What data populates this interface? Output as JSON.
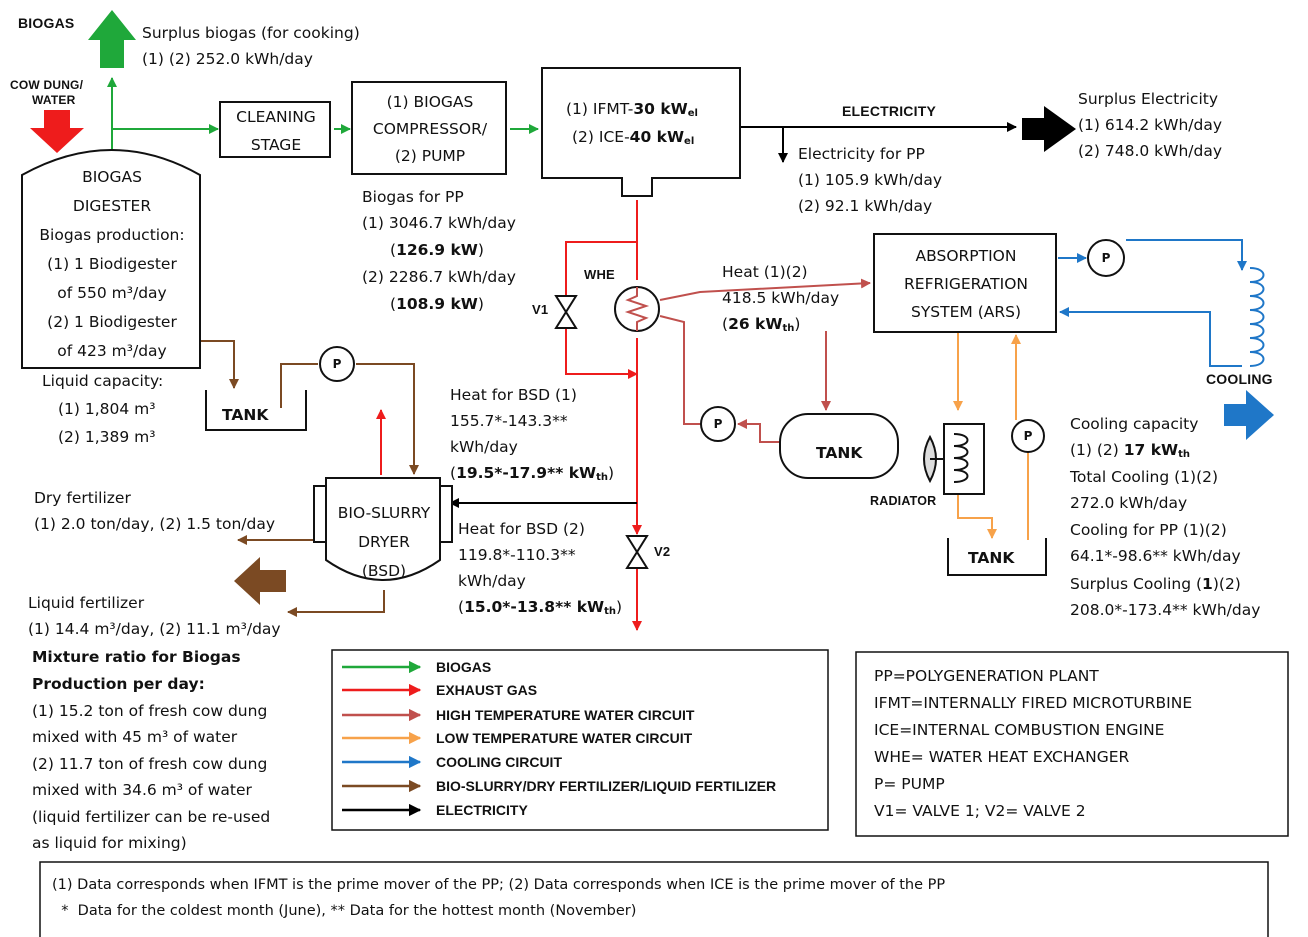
{
  "labels": {
    "biogas_top": "BIOGAS",
    "surplus_biogas": "Surplus biogas (for cooking)",
    "surplus_biogas_value": "(1) (2) 252.0 kWh/day",
    "cow_dung_1": "COW DUNG/",
    "cow_dung_2": "WATER",
    "cleaning_1": "CLEANING",
    "cleaning_2": "STAGE",
    "compressor_1": "(1) BIOGAS",
    "compressor_2": "COMPRESSOR/",
    "compressor_3": "(2) PUMP",
    "ifmt_prefix": "(1) IFMT-",
    "ifmt_power": "30 kW",
    "ice_prefix": "(2) ICE-",
    "ice_power": "40 kW",
    "el_sub": "el",
    "electricity": "ELECTRICITY",
    "surplus_electricity": "Surplus Electricity",
    "surplus_electricity_1": "(1) 614.2 kWh/day",
    "surplus_electricity_2": "(2) 748.0 kWh/day",
    "electricity_pp": "Electricity for PP",
    "electricity_pp_1": "(1) 105.9 kWh/day",
    "electricity_pp_2": "(2) 92.1 kWh/day",
    "digester_1": "BIOGAS",
    "digester_2": "DIGESTER",
    "digester_3": "Biogas production:",
    "digester_4": "(1) 1 Biodigester",
    "digester_5": "of 550 m³/day",
    "digester_6": "(2) 1 Biodigester",
    "digester_7": "of 423 m³/day",
    "liquid_capacity": "Liquid capacity:",
    "liquid_capacity_1": "(1) 1,804 m³",
    "liquid_capacity_2": "(2) 1,389 m³",
    "biogas_pp": "Biogas for PP",
    "biogas_pp_1": "(1) 3046.7 kWh/day",
    "biogas_pp_1_kw": "126.9 kW",
    "biogas_pp_2": "(2) 2286.7 kWh/day",
    "biogas_pp_2_kw": "108.9 kW",
    "whe": "WHE",
    "v1": "V1",
    "v2": "V2",
    "heat_ars": "Heat (1)(2)",
    "heat_ars_value": "418.5 kWh/day",
    "heat_ars_kw": "26 kW",
    "th_sub": "th",
    "ars_1": "ABSORPTION",
    "ars_2": "REFRIGERATION",
    "ars_3": "SYSTEM (ARS)",
    "cooling": "COOLING",
    "tank": "TANK",
    "p": "P",
    "heat_bsd1": "Heat for BSD (1)",
    "heat_bsd1_value": "155.7*-143.3**",
    "heat_bsd1_unit": "kWh/day",
    "heat_bsd1_kw": "19.5*-17.9** kW",
    "heat_bsd2": "Heat for BSD (2)",
    "heat_bsd2_value": "119.8*-110.3**",
    "heat_bsd2_unit": "kWh/day",
    "heat_bsd2_kw": "15.0*-13.8** kW",
    "radiator": "RADIATOR",
    "cooling_capacity": "Cooling capacity",
    "cooling_capacity_prefix": "(1) (2) ",
    "cooling_capacity_value": "17 kW",
    "total_cooling": "Total Cooling (1)(2)",
    "total_cooling_value": "272.0 kWh/day",
    "cooling_pp": "Cooling for PP (1)(2)",
    "cooling_pp_value": "64.1*-98.6** kWh/day",
    "surplus_cooling_prefix": "Surplus Cooling (",
    "surplus_cooling_bold": "1",
    "surplus_cooling_suffix": ")(2)",
    "surplus_cooling_value": "208.0*-173.4** kWh/day",
    "dry_fertilizer": "Dry fertilizer",
    "dry_fertilizer_value": "(1) 2.0 ton/day, (2) 1.5 ton/day",
    "bsd_1": "BIO-SLURRY",
    "bsd_2": "DRYER",
    "bsd_3": "(BSD)",
    "liquid_fertilizer": "Liquid fertilizer",
    "liquid_fertilizer_value": "(1) 14.4 m³/day, (2) 11.1 m³/day",
    "mixture_1": "Mixture ratio for Biogas",
    "mixture_2": "Production per day:",
    "mixture_3": "(1) 15.2 ton of fresh cow dung",
    "mixture_4": "mixed with 45 m³ of water",
    "mixture_5": "(2) 11.7 ton of fresh cow dung",
    "mixture_6": "mixed with 34.6 m³ of water",
    "mixture_7": "(liquid fertilizer can be re-used",
    "mixture_8": "as liquid for mixing)"
  },
  "legend": [
    {
      "label": "BIOGAS",
      "color": "#1fa83a"
    },
    {
      "label": "EXHAUST GAS",
      "color": "#ee1c1c"
    },
    {
      "label": "HIGH TEMPERATURE WATER CIRCUIT",
      "color": "#c0504d"
    },
    {
      "label": "LOW TEMPERATURE WATER CIRCUIT",
      "color": "#f7a24a"
    },
    {
      "label": "COOLING CIRCUIT",
      "color": "#1f77c8"
    },
    {
      "label": "BIO-SLURRY/DRY FERTILIZER/LIQUID FERTILIZER",
      "color": "#7b4a23"
    },
    {
      "label": "ELECTRICITY",
      "color": "#000000"
    }
  ],
  "definitions": [
    "PP=POLYGENERATION PLANT",
    "IFMT=INTERNALLY FIRED MICROTURBINE",
    "ICE=INTERNAL COMBUSTION ENGINE",
    "WHE= WATER HEAT EXCHANGER",
    "P= PUMP",
    "V1= VALVE 1; V2= VALVE 2"
  ],
  "footnotes": [
    "(1) Data corresponds when IFMT is the prime mover of the PP; (2) Data corresponds when ICE is the prime mover of the PP",
    "  *  Data for the coldest month (June), ** Data for the hottest month (November)"
  ],
  "colors": {
    "biogas": "#1fa83a",
    "exhaust": "#ee1c1c",
    "high_temp": "#c0504d",
    "low_temp": "#f7a24a",
    "cooling": "#1f77c8",
    "slurry": "#7b4a23",
    "electricity": "#000000"
  }
}
